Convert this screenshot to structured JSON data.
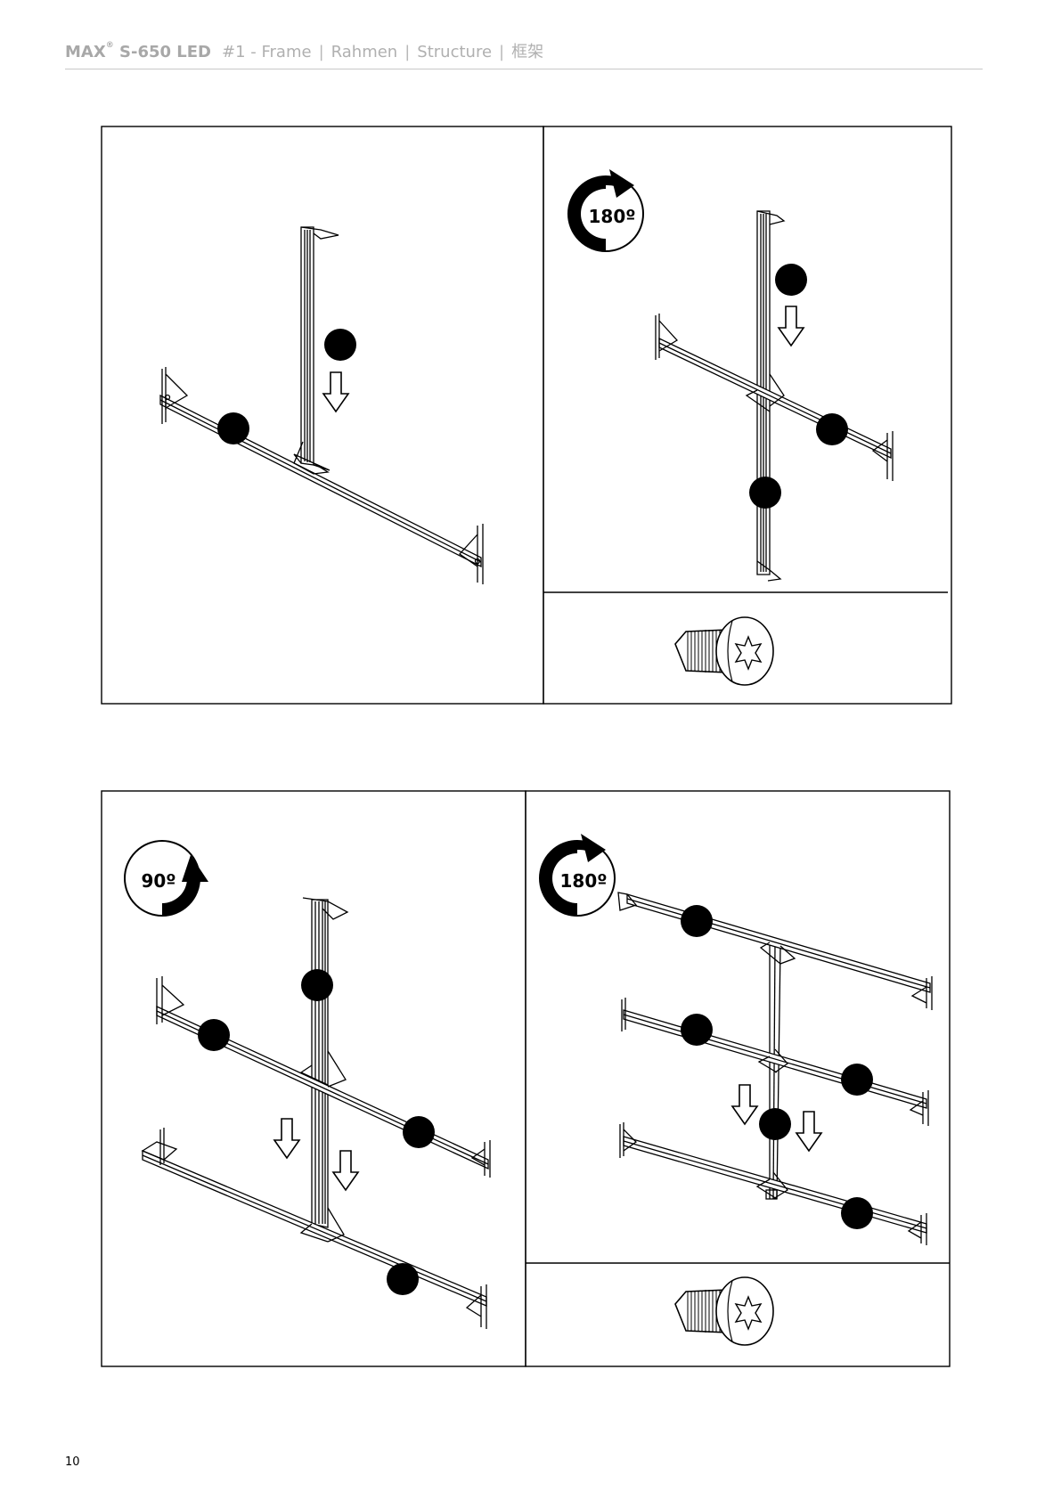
{
  "header": {
    "product": "MAX",
    "trademark": "®",
    "model": "S-650 LED",
    "step": "#1 - Frame",
    "lang_de": "Rahmen",
    "lang_fr": "Structure",
    "lang_zh": "框架",
    "separator": "|"
  },
  "rotations": {
    "step2": "180º",
    "step3": "90º",
    "step4": "180º"
  },
  "footer": {
    "page_number": "10"
  }
}
